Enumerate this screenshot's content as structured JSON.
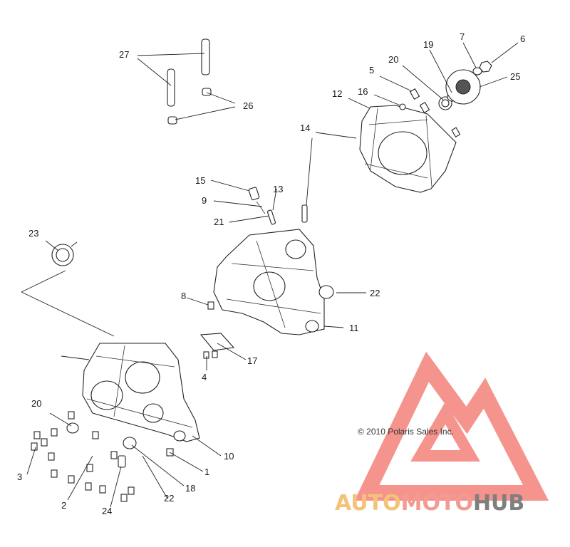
{
  "diagram": {
    "callouts": [
      {
        "id": "27a",
        "label": "27"
      },
      {
        "id": "26",
        "label": "26"
      },
      {
        "id": "7",
        "label": "7"
      },
      {
        "id": "6",
        "label": "6"
      },
      {
        "id": "19",
        "label": "19"
      },
      {
        "id": "20a",
        "label": "20"
      },
      {
        "id": "5",
        "label": "5"
      },
      {
        "id": "25",
        "label": "25"
      },
      {
        "id": "16",
        "label": "16"
      },
      {
        "id": "12",
        "label": "12"
      },
      {
        "id": "14",
        "label": "14"
      },
      {
        "id": "15",
        "label": "15"
      },
      {
        "id": "13",
        "label": "13"
      },
      {
        "id": "9",
        "label": "9"
      },
      {
        "id": "21",
        "label": "21"
      },
      {
        "id": "23",
        "label": "23"
      },
      {
        "id": "22a",
        "label": "22"
      },
      {
        "id": "8",
        "label": "8"
      },
      {
        "id": "11",
        "label": "11"
      },
      {
        "id": "17",
        "label": "17"
      },
      {
        "id": "4",
        "label": "4"
      },
      {
        "id": "20b",
        "label": "20"
      },
      {
        "id": "10",
        "label": "10"
      },
      {
        "id": "1",
        "label": "1"
      },
      {
        "id": "3",
        "label": "3"
      },
      {
        "id": "18",
        "label": "18"
      },
      {
        "id": "22b",
        "label": "22"
      },
      {
        "id": "2",
        "label": "2"
      },
      {
        "id": "24",
        "label": "24"
      }
    ],
    "copyright": "© 2010 Polaris Sales Inc."
  },
  "watermark": {
    "word_1": "AUTO",
    "word_2": "MOTO",
    "word_3": "HUB",
    "colors": {
      "auto": "#f5c27a",
      "moto": "#f39b93",
      "hub": "#7f7f7f",
      "logo": "#f26f68"
    }
  }
}
